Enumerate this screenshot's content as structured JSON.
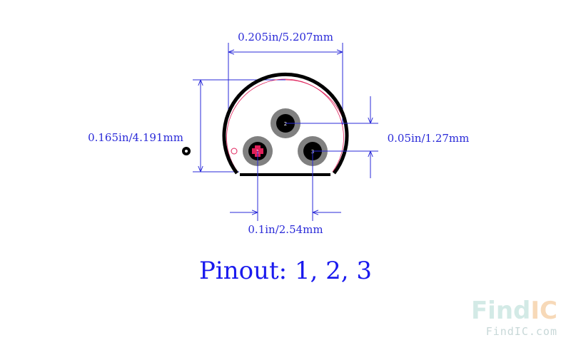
{
  "dimensions": {
    "width": "0.205in/5.207mm",
    "height": "0.165in/4.191mm",
    "pin_offset": "0.05in/1.27mm",
    "pin_pitch": "0.1in/2.54mm"
  },
  "pins": [
    {
      "number": "1"
    },
    {
      "number": "2"
    },
    {
      "number": "3"
    }
  ],
  "pinout": "Pinout: 1, 2, 3",
  "watermark": {
    "brand_left": "Find",
    "brand_right": "IC",
    "url": "FindIC.com"
  },
  "colors": {
    "dimension": "#2a2ad8",
    "outline": "#000000",
    "pad": "#808080",
    "pin1_marker": "#e0205a"
  }
}
